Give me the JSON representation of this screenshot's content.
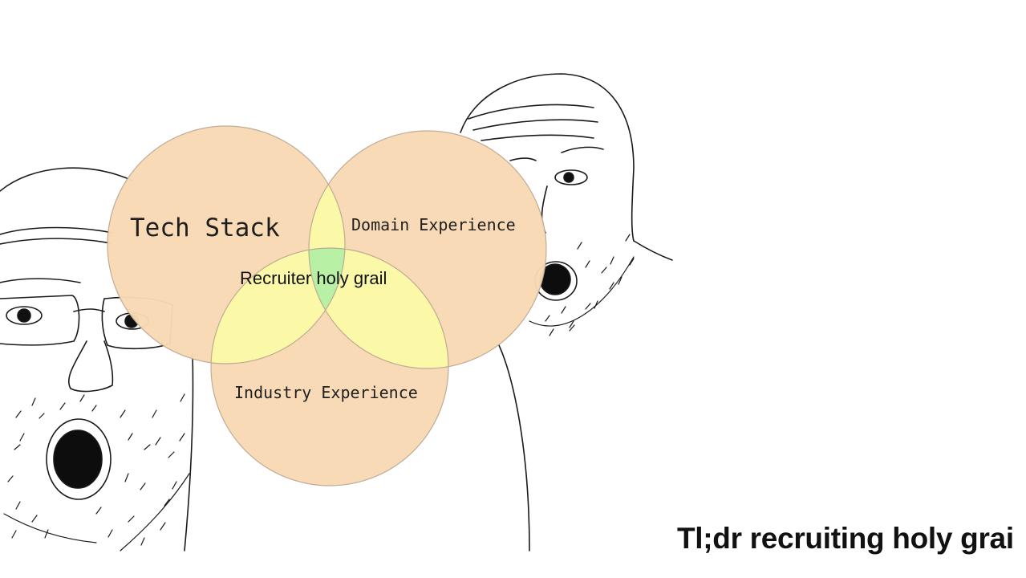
{
  "diagram": {
    "circles": [
      {
        "label": "Tech Stack"
      },
      {
        "label": "Domain Experience"
      },
      {
        "label": "Industry Experience"
      }
    ],
    "center_label": "Recruiter holy grail",
    "colors": {
      "circle_fill": "#f8d9b4",
      "pair_overlap": "#fbf9a8",
      "center_overlap": "#b8f0a6",
      "outline": "#b9a590",
      "sketch_line": "#1a1a1a"
    }
  },
  "illustration": {
    "figures": [
      "wojak-left",
      "wojak-right"
    ]
  },
  "caption": "Tl;dr recruiting holy grai"
}
